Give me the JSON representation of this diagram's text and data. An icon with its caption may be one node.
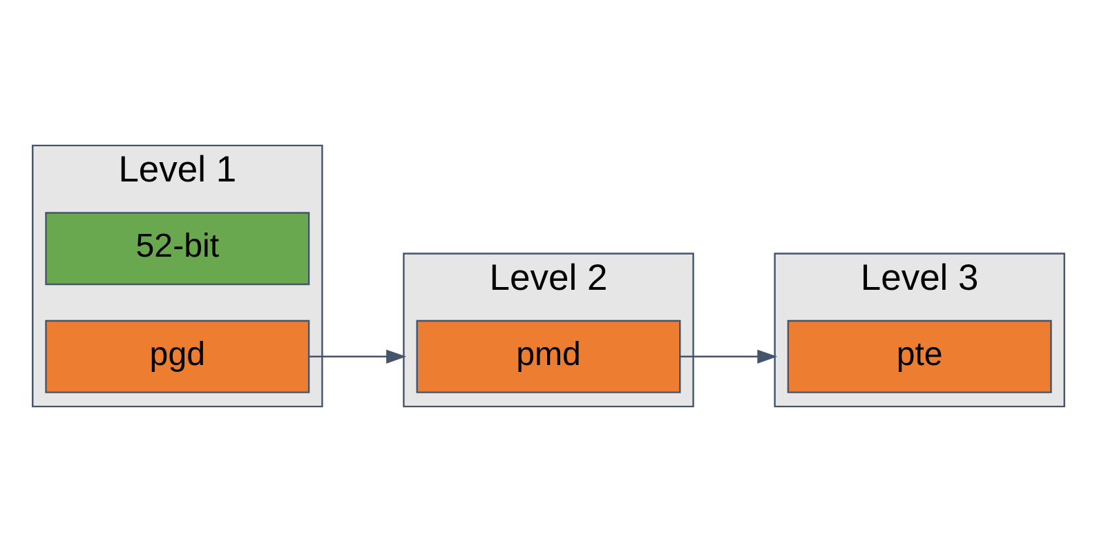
{
  "diagram": {
    "nodes": [
      {
        "text": [
          "Level 1"
        ]
      },
      {
        "text": [
          "52-bit"
        ],
        "in": 0
      },
      {
        "text": [
          "pgd"
        ],
        "in": 0
      },
      {
        "text": [
          "Level 2"
        ]
      },
      {
        "text": [
          "pmd"
        ],
        "in": 3
      },
      {
        "text": [
          "Level 3"
        ]
      },
      {
        "text": [
          "pte"
        ],
        "in": 5
      }
    ],
    "edges": [
      {
        "from": 2,
        "to": 3,
        "arrow": "to"
      },
      {
        "from": 4,
        "to": 5,
        "arrow": "to"
      }
    ]
  }
}
